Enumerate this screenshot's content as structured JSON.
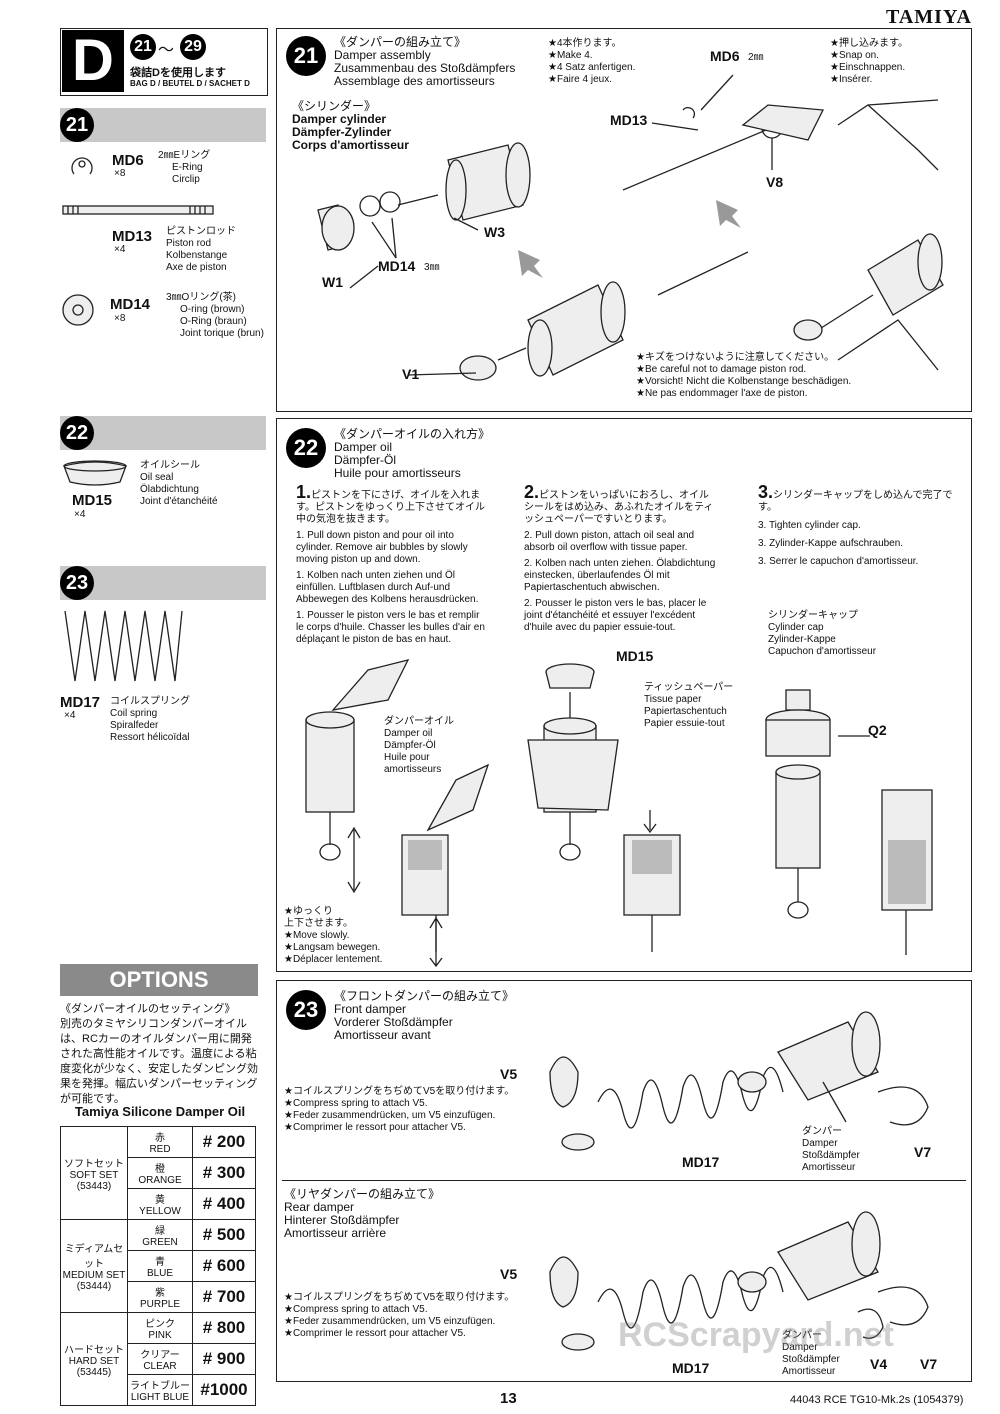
{
  "brand": "TAMIYA",
  "header": {
    "letter": "D",
    "step_from": "21",
    "tilde": "～",
    "step_to": "29",
    "bag_jp": "袋詰Dを使用します",
    "bag_en": "BAG D / BEUTEL D / SACHET D"
  },
  "side": {
    "s21": {
      "num": "21",
      "parts": [
        {
          "code": "MD6",
          "qty": "×8",
          "desc": [
            "2㎜Eリング",
            "E-Ring",
            "Circlip"
          ]
        },
        {
          "code": "MD13",
          "qty": "×4",
          "desc": [
            "ピストンロッド",
            "Piston rod",
            "Kolbenstange",
            "Axe de piston"
          ]
        },
        {
          "code": "MD14",
          "qty": "×8",
          "desc": [
            "3㎜Oリング(茶)",
            "O-ring (brown)",
            "O-Ring (braun)",
            "Joint torique (brun)"
          ]
        }
      ]
    },
    "s22": {
      "num": "22",
      "parts": [
        {
          "code": "MD15",
          "qty": "×4",
          "desc": [
            "オイルシール",
            "Oil seal",
            "Ölabdichtung",
            "Joint d'étanchéité"
          ]
        }
      ]
    },
    "s23": {
      "num": "23",
      "parts": [
        {
          "code": "MD17",
          "qty": "×4",
          "desc": [
            "コイルスプリング",
            "Coil spring",
            "Spiralfeder",
            "Ressort hélicoïdal"
          ]
        }
      ]
    }
  },
  "step21": {
    "num": "21",
    "title": [
      "《ダンパーの組み立て》",
      "Damper assembly",
      "Zusammenbau des Stoßdämpfers",
      "Assemblage des amortisseurs"
    ],
    "cyl": [
      "《シリンダー》",
      "Damper cylinder",
      "Dämpfer-Zylinder",
      "Corps d'amortisseur"
    ],
    "make": [
      "★4本作ります。",
      "★Make 4.",
      "★4 Satz anfertigen.",
      "★Faire 4 jeux."
    ],
    "snap": [
      "★押し込みます。",
      "★Snap on.",
      "★Einschnappen.",
      "★Insérer."
    ],
    "care": [
      "★キズをつけないように注意してください。",
      "★Be careful not to damage piston rod.",
      "★Vorsicht! Nicht die Kolbenstange beschädigen.",
      "★Ne pas endommager l'axe de piston."
    ],
    "labels": {
      "md6": "MD6",
      "mm2": "2㎜",
      "md13": "MD13",
      "v8": "V8",
      "w3": "W3",
      "w1": "W1",
      "md14": "MD14",
      "mm3": "3㎜",
      "v1": "V1"
    }
  },
  "step22": {
    "num": "22",
    "title": [
      "《ダンパーオイルの入れ方》",
      "Damper oil",
      "Dämpfer-Öl",
      "Huile pour amortisseurs"
    ],
    "s1": {
      "n": "1.",
      "jp": "ピストンを下にさげ、オイルを入れます。ピストンをゆっくり上下させてオイル中の気泡を抜きます。",
      "en": "1. Pull down piston and pour oil into cylinder. Remove air bubbles by slowly moving piston up and down.",
      "de": "1. Kolben nach unten ziehen und Öl einfüllen. Luftblasen durch Auf-und Abbewegen des Kolbens herausdrücken.",
      "fr": "1. Pousser le piston vers le bas et remplir le corps d'huile. Chasser les bulles d'air en déplaçant le piston de bas en haut."
    },
    "s2": {
      "n": "2.",
      "jp": "ピストンをいっぱいにおろし、オイルシールをはめ込み、あふれたオイルをティッシュペーパーですいとります。",
      "en": "2. Pull down piston, attach oil seal and absorb oil overflow with tissue paper.",
      "de": "2. Kolben nach unten ziehen. Ölabdichtung einstecken, überlaufendes Öl mit Papiertaschentuch abwischen.",
      "fr": "2. Pousser le piston vers le bas, placer le joint d'étanchéité et essuyer l'excédent d'huile avec du papier essuie-tout."
    },
    "s3": {
      "n": "3.",
      "jp": "シリンダーキャップをしめ込んで完了です。",
      "en": "3. Tighten cylinder cap.",
      "de": "3. Zylinder-Kappe aufschrauben.",
      "fr": "3. Serrer le capuchon d'amortisseur."
    },
    "oil": [
      "ダンパーオイル",
      "Damper oil",
      "Dämpfer-Öl",
      "Huile pour",
      "amortisseurs"
    ],
    "tissue": [
      "ティッシュペーパー",
      "Tissue paper",
      "Papiertaschentuch",
      "Papier essuie-tout"
    ],
    "cap": [
      "シリンダーキャップ",
      "Cylinder cap",
      "Zylinder-Kappe",
      "Capuchon d'amortisseur"
    ],
    "slow": [
      "★ゆっくり",
      "上下させます。",
      "★Move slowly.",
      "★Langsam bewegen.",
      "★Déplacer lentement."
    ],
    "labels": {
      "md15": "MD15",
      "q2": "Q2"
    }
  },
  "step23": {
    "num": "23",
    "front": {
      "title": [
        "《フロントダンパーの組み立て》",
        "Front damper",
        "Vorderer Stoßdämpfer",
        "Amortisseur avant"
      ],
      "v5": "V5",
      "md17": "MD17",
      "v7": "V7"
    },
    "rear": {
      "title": [
        "《リヤダンパーの組み立て》",
        "Rear damper",
        "Hinterer Stoßdämpfer",
        "Amortisseur arrière"
      ],
      "v5": "V5",
      "md17": "MD17",
      "v4": "V4",
      "v7": "V7"
    },
    "compress": [
      "★コイルスプリングをちぢめてV5を取り付けます。",
      "★Compress spring to attach V5.",
      "★Feder zusammendrücken, um V5 einzufügen.",
      "★Comprimer le ressort pour attacher V5."
    ],
    "damper": [
      "ダンパー",
      "Damper",
      "Stoßdämpfer",
      "Amortisseur"
    ]
  },
  "options": {
    "heading": "OPTIONS",
    "text": [
      "《ダンパーオイルのセッティング》",
      "別売のタミヤシリコンダンパーオイルは、RCカーのオイルダンパー用に開発された高性能オイルです。温度による粘度変化が少なく、安定したダンピング効果を発揮。幅広いダンパーセッティングが可能です。"
    ],
    "sub": "Tamiya Silicone Damper Oil",
    "sets": [
      {
        "jp": "ソフトセット",
        "en": "SOFT SET",
        "code": "(53443)",
        "oils": [
          {
            "jp": "赤",
            "en": "RED",
            "num": "# 200"
          },
          {
            "jp": "橙",
            "en": "ORANGE",
            "num": "# 300"
          },
          {
            "jp": "黄",
            "en": "YELLOW",
            "num": "# 400"
          }
        ]
      },
      {
        "jp": "ミディアムセット",
        "en": "MEDIUM SET",
        "code": "(53444)",
        "oils": [
          {
            "jp": "緑",
            "en": "GREEN",
            "num": "# 500"
          },
          {
            "jp": "青",
            "en": "BLUE",
            "num": "# 600"
          },
          {
            "jp": "紫",
            "en": "PURPLE",
            "num": "# 700"
          }
        ]
      },
      {
        "jp": "ハードセット",
        "en": "HARD SET",
        "code": "(53445)",
        "oils": [
          {
            "jp": "ピンク",
            "en": "PINK",
            "num": "# 800"
          },
          {
            "jp": "クリアー",
            "en": "CLEAR",
            "num": "# 900"
          },
          {
            "jp": "ライトブルー",
            "en": "LIGHT BLUE",
            "num": "#1000"
          }
        ]
      }
    ]
  },
  "footer": {
    "page": "13",
    "code": "44043 RCE TG10-Mk.2s (1054379)"
  },
  "watermark": "RCScrapyard.net"
}
